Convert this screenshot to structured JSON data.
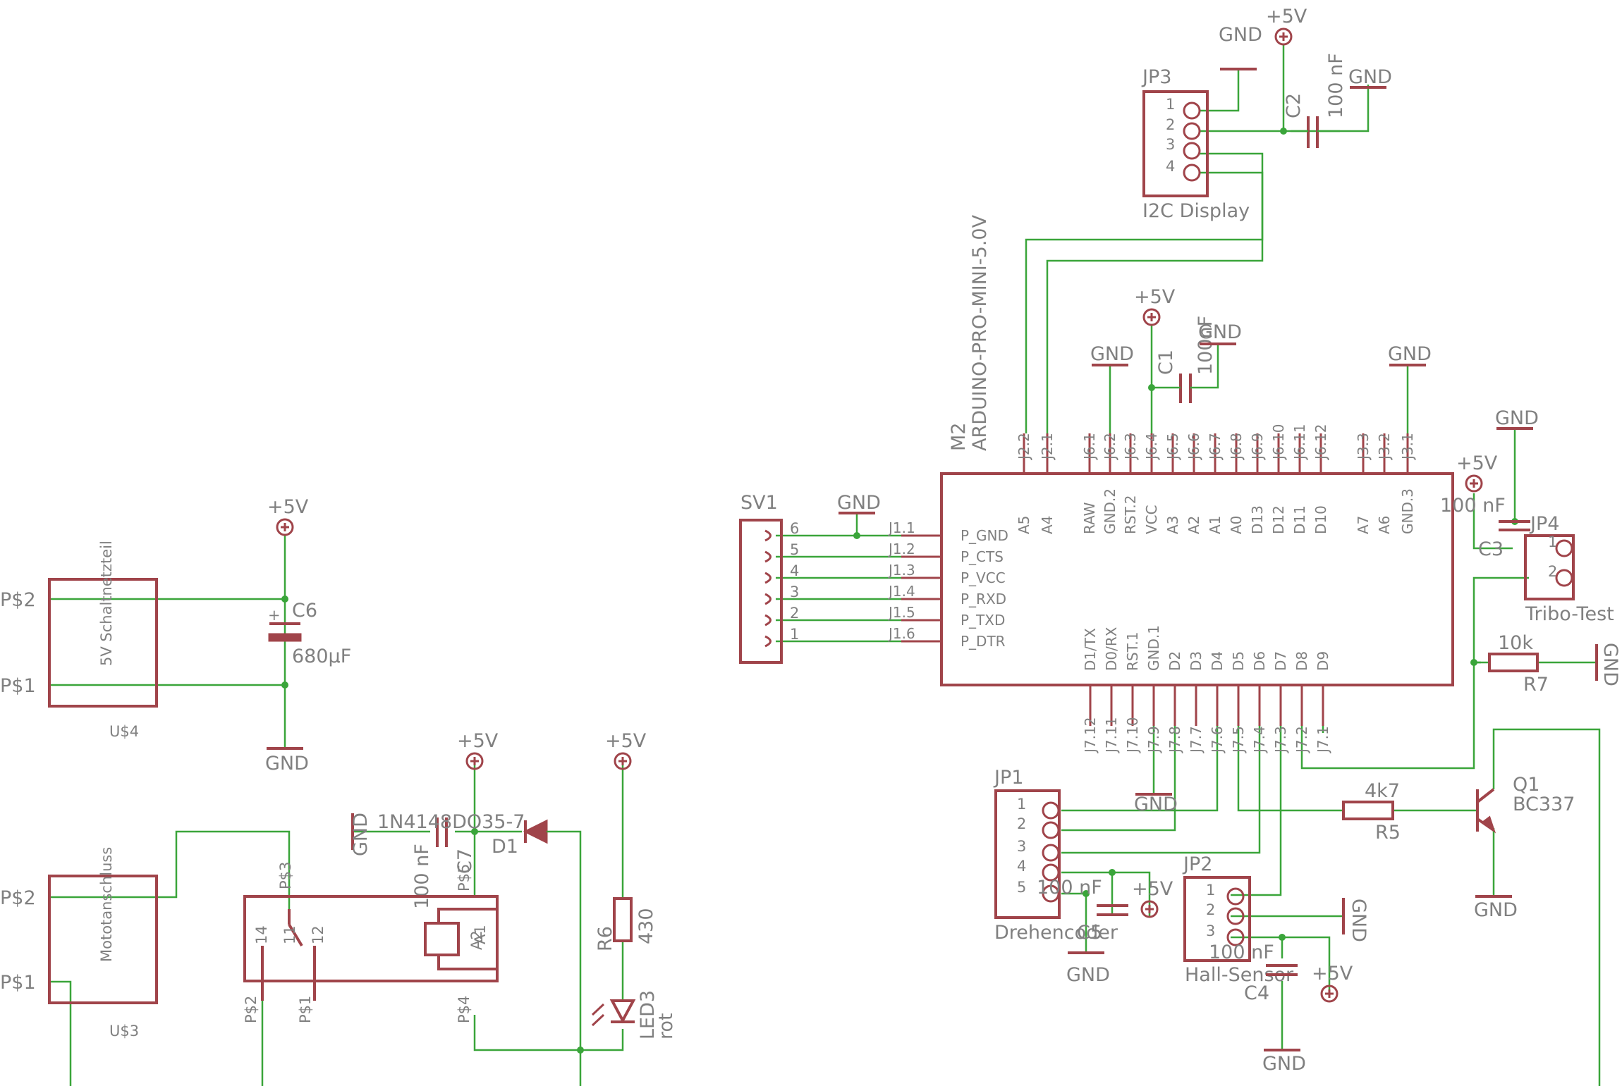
{
  "power": {
    "plus5v": "+5V",
    "gnd": "GND"
  },
  "arduino": {
    "ref": "M2",
    "value": "ARDUINO-PRO-MINI-5.0V",
    "top_pins": [
      {
        "ext": "J2.2",
        "int": "A5"
      },
      {
        "ext": "J2.1",
        "int": "A4"
      },
      {
        "ext": "J6.1",
        "int": "RAW"
      },
      {
        "ext": "J6.2",
        "int": "GND.2"
      },
      {
        "ext": "J6.3",
        "int": "RST.2"
      },
      {
        "ext": "J6.4",
        "int": "VCC"
      },
      {
        "ext": "J6.5",
        "int": "A3"
      },
      {
        "ext": "J6.6",
        "int": "A2"
      },
      {
        "ext": "J6.7",
        "int": "A1"
      },
      {
        "ext": "J6.8",
        "int": "A0"
      },
      {
        "ext": "J6.9",
        "int": "D13"
      },
      {
        "ext": "J6.10",
        "int": "D12"
      },
      {
        "ext": "J6.11",
        "int": "D11"
      },
      {
        "ext": "J6.12",
        "int": "D10"
      },
      {
        "ext": "J3.3",
        "int": "A7"
      },
      {
        "ext": "J3.2",
        "int": "A6"
      },
      {
        "ext": "J3.1",
        "int": "GND.3"
      }
    ],
    "bottom_pins": [
      {
        "ext": "J7.12",
        "int": "D1/TX"
      },
      {
        "ext": "J7.11",
        "int": "D0/RX"
      },
      {
        "ext": "J7.10",
        "int": "RST.1"
      },
      {
        "ext": "J7.9",
        "int": "GND.1"
      },
      {
        "ext": "J7.8",
        "int": "D2"
      },
      {
        "ext": "J7.7",
        "int": "D3"
      },
      {
        "ext": "J7.6",
        "int": "D4"
      },
      {
        "ext": "J7.5",
        "int": "D5"
      },
      {
        "ext": "J7.4",
        "int": "D6"
      },
      {
        "ext": "J7.3",
        "int": "D7"
      },
      {
        "ext": "J7.2",
        "int": "D8"
      },
      {
        "ext": "J7.1",
        "int": "D9"
      }
    ],
    "left_pins": [
      {
        "ext": "J1.1",
        "int": "P_GND"
      },
      {
        "ext": "J1.2",
        "int": "P_CTS"
      },
      {
        "ext": "J1.3",
        "int": "P_VCC"
      },
      {
        "ext": "J1.4",
        "int": "P_RXD"
      },
      {
        "ext": "J1.5",
        "int": "P_TXD"
      },
      {
        "ext": "J1.6",
        "int": "P_DTR"
      }
    ]
  },
  "sv1": {
    "ref": "SV1",
    "pins": [
      "6",
      "5",
      "4",
      "3",
      "2",
      "1"
    ]
  },
  "jp3": {
    "ref": "JP3",
    "label": "I2C Display",
    "pins": [
      "1",
      "2",
      "3",
      "4"
    ]
  },
  "jp4": {
    "ref": "JP4",
    "label": "Tribo-Test",
    "pins": [
      "1",
      "2"
    ]
  },
  "jp1": {
    "ref": "JP1",
    "label": "Drehencoder",
    "pins": [
      "1",
      "2",
      "3",
      "4",
      "5"
    ]
  },
  "jp2": {
    "ref": "JP2",
    "label": "Hall-Sensor",
    "pins": [
      "1",
      "2",
      "3"
    ]
  },
  "c1": {
    "ref": "C1",
    "value": "100nF"
  },
  "c2": {
    "ref": "C2",
    "value": "100 nF"
  },
  "c3": {
    "ref": "C3",
    "value": "100 nF"
  },
  "c4": {
    "ref": "C4",
    "value": "100 nF"
  },
  "c5": {
    "ref": "C5",
    "value": "100 nF"
  },
  "c6": {
    "ref": "C6",
    "value": "680µF"
  },
  "c7": {
    "ref": "C7",
    "value": "100 nF"
  },
  "r5": {
    "ref": "R5",
    "value": "4k7"
  },
  "r6": {
    "ref": "R6",
    "value": "430"
  },
  "r7": {
    "ref": "R7",
    "value": "10k"
  },
  "q1": {
    "ref": "Q1",
    "value": "BC337"
  },
  "d1": {
    "ref": "D1",
    "value": "1N4148DO35-7"
  },
  "led3": {
    "ref": "LED3",
    "value": "rot"
  },
  "k1": {
    "a1": "A1",
    "a2": "A2",
    "p1": "P$1",
    "p2": "P$2",
    "p3": "P$3",
    "p4": "P$4",
    "p5": "P$5",
    "c11": "11",
    "c12": "12",
    "c14": "14"
  },
  "u4": {
    "ref": "U$4",
    "label": "5V Schaltnetzteil",
    "p2": "P$2",
    "p1": "P$1"
  },
  "u3": {
    "ref": "U$3",
    "label": "Mototanschluss",
    "p2": "P$2",
    "p1": "P$1"
  }
}
